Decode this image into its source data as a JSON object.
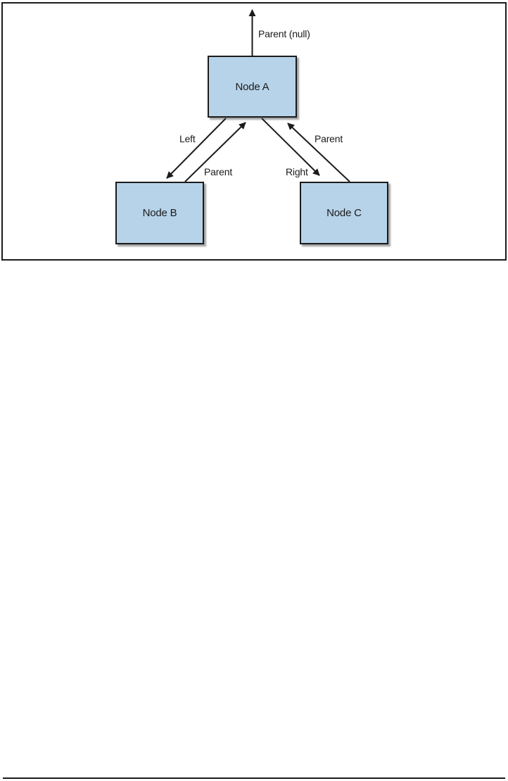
{
  "figure": {
    "description": "Binary tree node diagram inside a framed figure",
    "nodes": [
      {
        "id": "A",
        "label": "Node A"
      },
      {
        "id": "B",
        "label": "Node B"
      },
      {
        "id": "C",
        "label": "Node C"
      }
    ],
    "edge_labels": {
      "parent_null": "Parent (null)",
      "left": "Left",
      "parent_from_b": "Parent",
      "right": "Right",
      "parent_from_c": "Parent"
    },
    "edges": [
      {
        "from": "A",
        "to": "external-top",
        "label": "Parent (null)",
        "direction": "up"
      },
      {
        "from": "A",
        "to": "B",
        "label": "Left",
        "direction": "down-left"
      },
      {
        "from": "B",
        "to": "A",
        "label": "Parent",
        "direction": "up-right"
      },
      {
        "from": "A",
        "to": "C",
        "label": "Right",
        "direction": "down-right"
      },
      {
        "from": "C",
        "to": "A",
        "label": "Parent",
        "direction": "up-left"
      }
    ],
    "colors": {
      "node_fill": "#b7d3e9",
      "node_border": "#1b1b1b",
      "arrow": "#1b1b1b",
      "frame_border": "#1b1b1b",
      "page_background": "#ffffff"
    }
  }
}
